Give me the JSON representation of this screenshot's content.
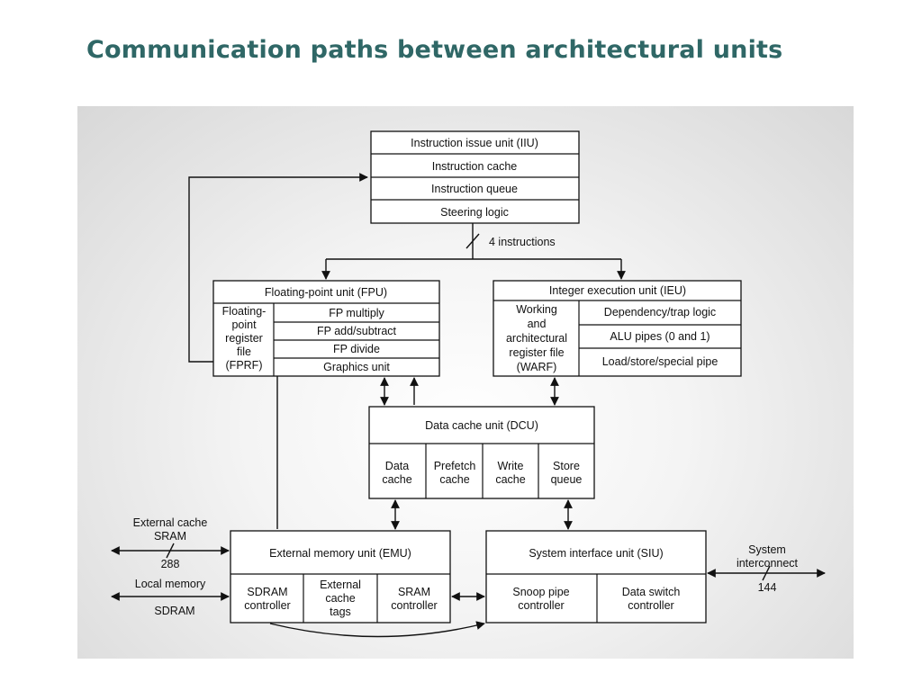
{
  "title": "Communication paths between architectural units",
  "iiu": {
    "rows": [
      "Instruction issue unit (IIU)",
      "Instruction cache",
      "Instruction queue",
      "Steering logic"
    ]
  },
  "bus_label": "4 instructions",
  "fpu": {
    "title": "Floating-point unit (FPU)",
    "regfile": [
      "Floating-",
      "point",
      "register",
      "file",
      "(FPRF)"
    ],
    "rows": [
      "FP multiply",
      "FP add/subtract",
      "FP divide",
      "Graphics unit"
    ]
  },
  "ieu": {
    "title": "Integer execution unit (IEU)",
    "regfile": [
      "Working",
      "and",
      "architectural",
      "register file",
      "(WARF)"
    ],
    "rows": [
      "Dependency/trap logic",
      "ALU pipes (0 and 1)",
      "Load/store/special pipe"
    ]
  },
  "dcu": {
    "title": "Data cache unit (DCU)",
    "cells": [
      [
        "Data",
        "cache"
      ],
      [
        "Prefetch",
        "cache"
      ],
      [
        "Write",
        "cache"
      ],
      [
        "Store",
        "queue"
      ]
    ]
  },
  "emu": {
    "title": "External memory unit (EMU)",
    "cells": [
      [
        "SDRAM",
        "controller"
      ],
      [
        "External",
        "cache",
        "tags"
      ],
      [
        "SRAM",
        "controller"
      ]
    ]
  },
  "siu": {
    "title": "System interface unit (SIU)",
    "cells": [
      [
        "Snoop pipe",
        "controller"
      ],
      [
        "Data switch",
        "controller"
      ]
    ]
  },
  "external": {
    "ext_cache_1": "External cache",
    "ext_cache_2": "SRAM",
    "ext_cache_width": "288",
    "local_mem_1": "Local memory",
    "local_mem_2": "SDRAM",
    "sys_1": "System",
    "sys_2": "interconnect",
    "sys_width": "144"
  }
}
